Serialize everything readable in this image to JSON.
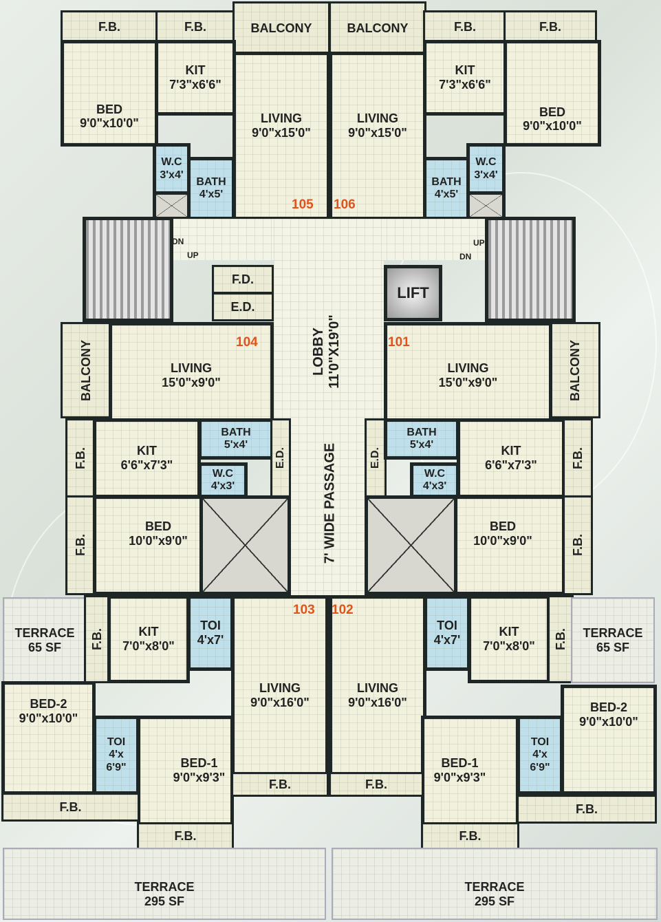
{
  "u105": {
    "number": "105",
    "fb1": "F.B.",
    "fb2": "F.B.",
    "balcony": "BALCONY",
    "bed": "BED",
    "bed_dim": "9'0\"x10'0\"",
    "kit": "KIT",
    "kit_dim": "7'3\"x6'6\"",
    "living": "LIVING",
    "living_dim": "9'0\"x15'0\"",
    "wc": "W.C",
    "wc_dim": "3'x4'",
    "bath": "BATH",
    "bath_dim": "4'x5'"
  },
  "u106": {
    "number": "106",
    "fb1": "F.B.",
    "fb2": "F.B.",
    "balcony": "BALCONY",
    "bed": "BED",
    "bed_dim": "9'0\"x10'0\"",
    "kit": "KIT",
    "kit_dim": "7'3\"x6'6\"",
    "living": "LIVING",
    "living_dim": "9'0\"x15'0\"",
    "wc": "W.C",
    "wc_dim": "3'x4'",
    "bath": "BATH",
    "bath_dim": "4'x5'"
  },
  "core": {
    "dn_left": "DN",
    "up_left": "UP",
    "dn_right": "DN",
    "up_right": "UP",
    "fd": "F.D.",
    "ed": "E.D.",
    "lift": "LIFT",
    "lobby": "LOBBY",
    "lobby_dim": "11'0\"X19'0\"",
    "passage": "7' WIDE PASSAGE"
  },
  "u104": {
    "number": "104",
    "balcony": "BALCONY",
    "living": "LIVING",
    "living_dim": "15'0\"x9'0\"",
    "fb1": "F.B.",
    "kit": "KIT",
    "kit_dim": "6'6\"x7'3\"",
    "bath": "BATH",
    "bath_dim": "5'x4'",
    "wc": "W.C",
    "wc_dim": "4'x3'",
    "ed": "E.D.",
    "fb2": "F.B.",
    "bed": "BED",
    "bed_dim": "10'0\"x9'0\""
  },
  "u101": {
    "number": "101",
    "balcony": "BALCONY",
    "living": "LIVING",
    "living_dim": "15'0\"x9'0\"",
    "fb1": "F.B.",
    "kit": "KIT",
    "kit_dim": "6'6\"x7'3\"",
    "bath": "BATH",
    "bath_dim": "5'x4'",
    "wc": "W.C",
    "wc_dim": "4'x3'",
    "ed": "E.D.",
    "fb2": "F.B.",
    "bed": "BED",
    "bed_dim": "10'0\"x9'0\""
  },
  "u103": {
    "number": "103",
    "terrace": "TERRACE",
    "terrace_area": "65 SF",
    "fb1": "F.B.",
    "kit": "KIT",
    "kit_dim": "7'0\"x8'0\"",
    "toi": "TOI",
    "toi_dim": "4'x7'",
    "living": "LIVING",
    "living_dim": "9'0\"x16'0\"",
    "bed2": "BED-2",
    "bed2_dim": "9'0\"x10'0\"",
    "toi2": "TOI",
    "toi2_dim1": "4'x",
    "toi2_dim2": "6'9\"",
    "bed1": "BED-1",
    "bed1_dim": "9'0\"x9'3\"",
    "fb2": "F.B.",
    "fb3": "F.B.",
    "fb4": "F.B.",
    "terrace2": "TERRACE",
    "terrace2_area": "295 SF"
  },
  "u102": {
    "number": "102",
    "terrace": "TERRACE",
    "terrace_area": "65 SF",
    "fb1": "F.B.",
    "kit": "KIT",
    "kit_dim": "7'0\"x8'0\"",
    "toi": "TOI",
    "toi_dim": "4'x7'",
    "living": "LIVING",
    "living_dim": "9'0\"x16'0\"",
    "bed2": "BED-2",
    "bed2_dim": "9'0\"x10'0\"",
    "toi2": "TOI",
    "toi2_dim1": "4'x",
    "toi2_dim2": "6'9\"",
    "bed1": "BED-1",
    "bed1_dim": "9'0\"x9'3\"",
    "fb2": "F.B.",
    "fb3": "F.B.",
    "fb4": "F.B.",
    "terrace2": "TERRACE",
    "terrace2_area": "295 SF"
  },
  "colors": {
    "wall": "#1f2626",
    "floor": "#f1f1de",
    "wet": "#bfe0ea",
    "unit_number": "#e0541c"
  }
}
